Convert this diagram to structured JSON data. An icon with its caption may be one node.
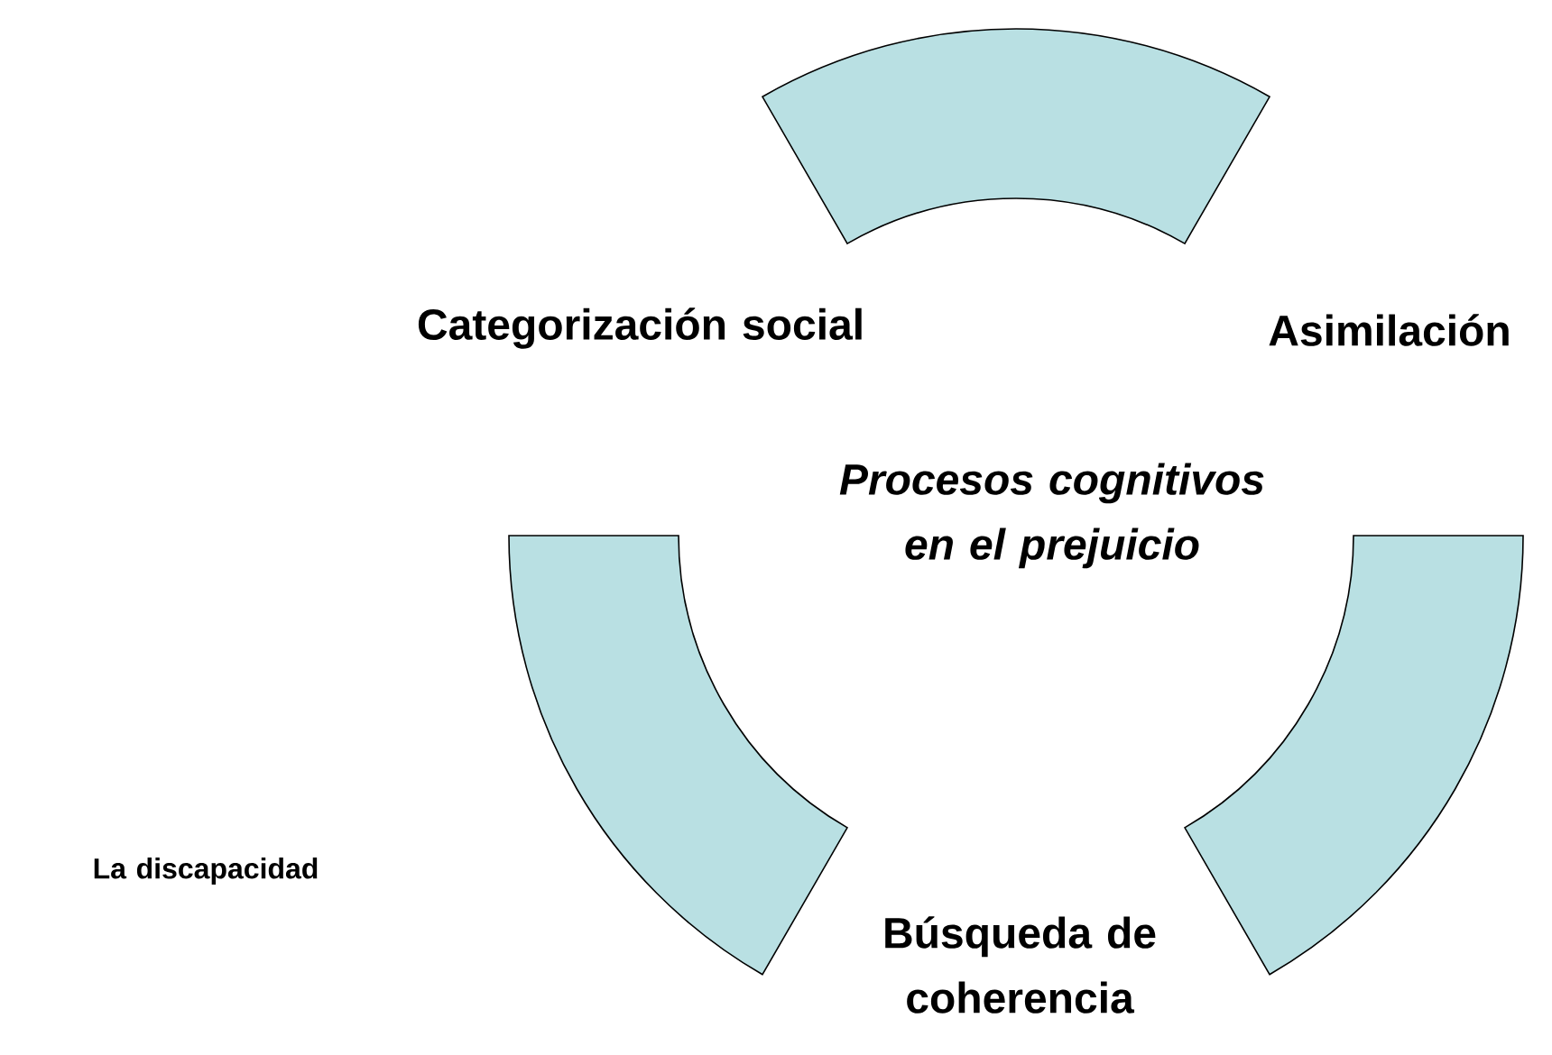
{
  "diagram": {
    "nodes": [
      {
        "text": [],
        "shape": "arc"
      },
      {
        "text": [],
        "shape": "arc"
      },
      {
        "text": [],
        "shape": "arc"
      }
    ],
    "labels": [
      "Categorización social",
      "Asimilación",
      "Procesos cognitivos en el prejuicio",
      "La discapacidad",
      "Búsqueda de coherencia"
    ]
  }
}
